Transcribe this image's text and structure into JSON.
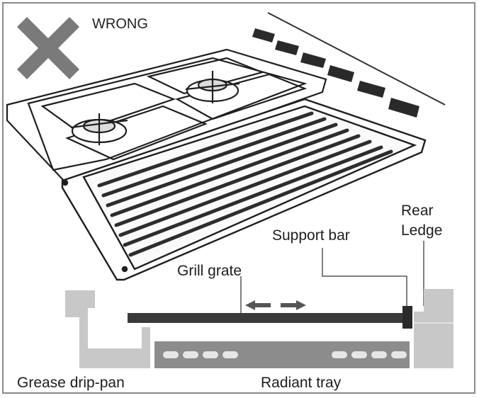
{
  "status": {
    "text": "WRONG",
    "icon": "x-mark-icon",
    "color": "#7a7a7a"
  },
  "labels": {
    "rear_ledge": [
      "Rear",
      "Ledge"
    ],
    "support_bar": "Support bar",
    "grill_grate": "Grill grate",
    "grease_drip_pan": "Grease drip-pan",
    "radiant_tray": "Radiant tray"
  },
  "colors": {
    "outline": "#1f1f1f",
    "grate": "#3a3a3a",
    "part_light": "#c8c8c8",
    "tray": "#8c8c8c",
    "slot": "#e6e6e6"
  }
}
